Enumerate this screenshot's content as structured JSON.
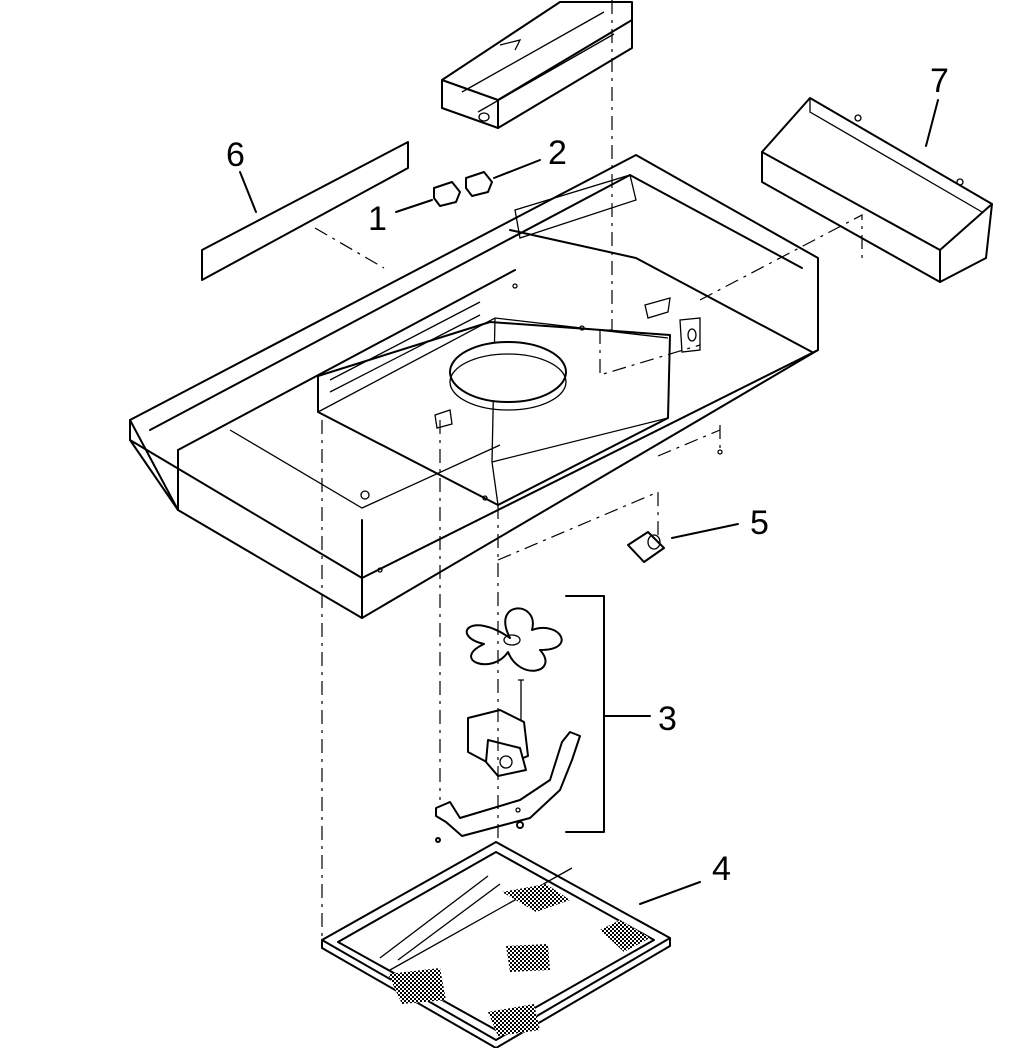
{
  "callouts": [
    {
      "id": "1",
      "text": "1",
      "part": "bracket-left"
    },
    {
      "id": "2",
      "text": "2",
      "part": "bracket-right"
    },
    {
      "id": "3",
      "text": "3",
      "part": "fan-motor-assembly"
    },
    {
      "id": "4",
      "text": "4",
      "part": "grease-filter"
    },
    {
      "id": "5",
      "text": "5",
      "part": "lamp-socket"
    },
    {
      "id": "6",
      "text": "6",
      "part": "trim-strip"
    },
    {
      "id": "7",
      "text": "7",
      "part": "rear-cover"
    }
  ],
  "colors": {
    "line": "#000000",
    "background": "#ffffff"
  }
}
